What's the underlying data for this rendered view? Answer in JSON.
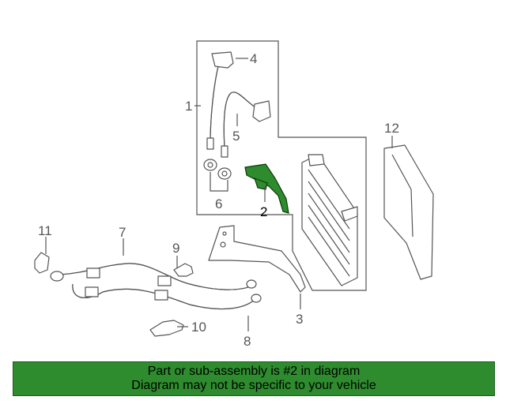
{
  "callouts": {
    "c1": "1",
    "c2": "2",
    "c3": "3",
    "c4": "4",
    "c5": "5",
    "c6": "6",
    "c7": "7",
    "c8": "8",
    "c9": "9",
    "c10": "10",
    "c11": "11",
    "c12": "12"
  },
  "highlighted_part": "2",
  "colors": {
    "highlight": "#2e8b2e",
    "line": "#555555",
    "banner": "#2e8b2e"
  },
  "banner": {
    "line1": "Part or sub-assembly is #2 in diagram",
    "line2": "Diagram may not be specific to your vehicle"
  }
}
